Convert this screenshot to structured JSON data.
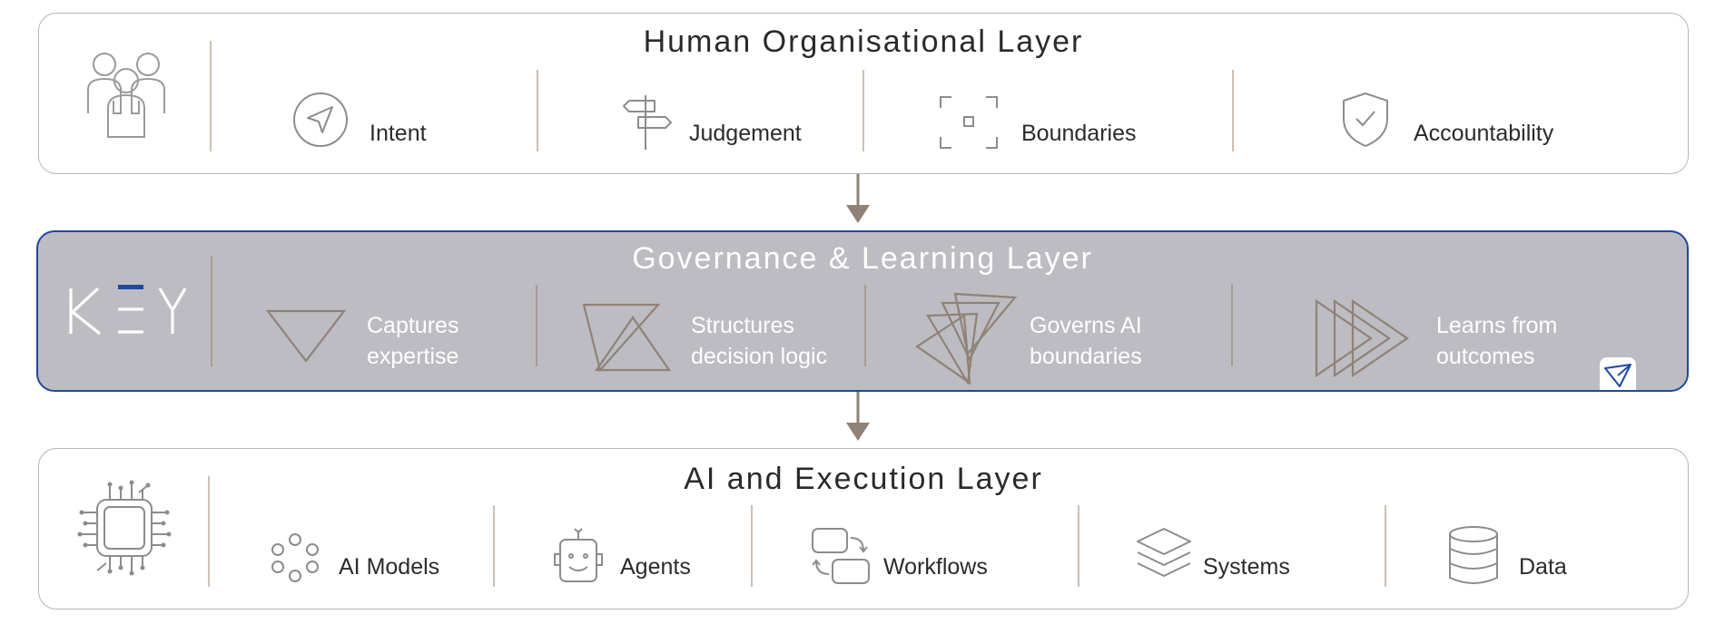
{
  "layers": {
    "human": {
      "title": "Human Organisational Layer",
      "items": [
        {
          "label": "Intent",
          "icon": "navigation-arrow-icon"
        },
        {
          "label": "Judgement",
          "icon": "signpost-icon"
        },
        {
          "label": "Boundaries",
          "icon": "focus-frame-icon"
        },
        {
          "label": "Accountability",
          "icon": "shield-check-icon"
        }
      ],
      "side_icon": "people-group-icon"
    },
    "governance": {
      "title": "Governance & Learning Layer",
      "logo_text": "KEY",
      "items": [
        {
          "label": "Captures expertise",
          "icon": "triangle-down-icon"
        },
        {
          "label": "Structures decision logic",
          "icon": "overlapping-triangles-icon"
        },
        {
          "label": "Governs AI boundaries",
          "icon": "stacked-triangles-icon"
        },
        {
          "label": "Learns from outcomes",
          "icon": "forward-triangles-icon"
        }
      ]
    },
    "ai": {
      "title": "AI and Execution Layer",
      "items": [
        {
          "label": "AI Models",
          "icon": "circles-cluster-icon"
        },
        {
          "label": "Agents",
          "icon": "robot-icon"
        },
        {
          "label": "Workflows",
          "icon": "workflow-icon"
        },
        {
          "label": "Systems",
          "icon": "stacked-layers-icon"
        },
        {
          "label": "Data",
          "icon": "database-icon"
        }
      ],
      "side_icon": "chip-circuit-icon"
    }
  },
  "colors": {
    "border_light": "#b9b5b1",
    "governance_fill": "#bdbcc2",
    "governance_border": "#1f49a0",
    "accent_brown": "#8f8276",
    "logo_blue": "#1f49a0"
  }
}
